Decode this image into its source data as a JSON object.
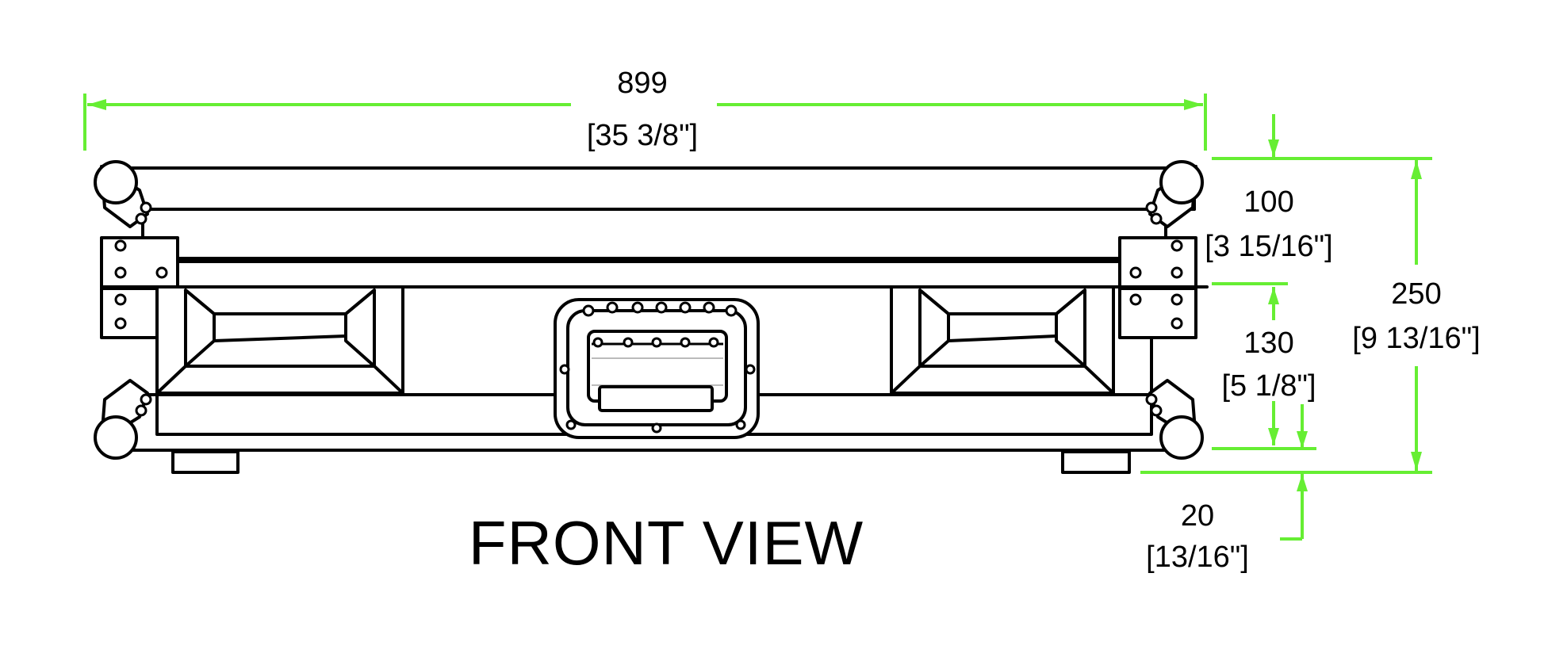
{
  "colors": {
    "dimension": "#66ee33",
    "outline": "#000000"
  },
  "title": "FRONT VIEW",
  "dimensions": {
    "width": {
      "metric": "899",
      "imperial": "[35 3/8\"]"
    },
    "lid": {
      "metric": "100",
      "imperial": "[3 15/16\"]"
    },
    "total": {
      "metric": "250",
      "imperial": "[9 13/16\"]"
    },
    "body": {
      "metric": "130",
      "imperial": "[5 1/8\"]"
    },
    "feet": {
      "metric": "20",
      "imperial": "[13/16\"]"
    }
  }
}
